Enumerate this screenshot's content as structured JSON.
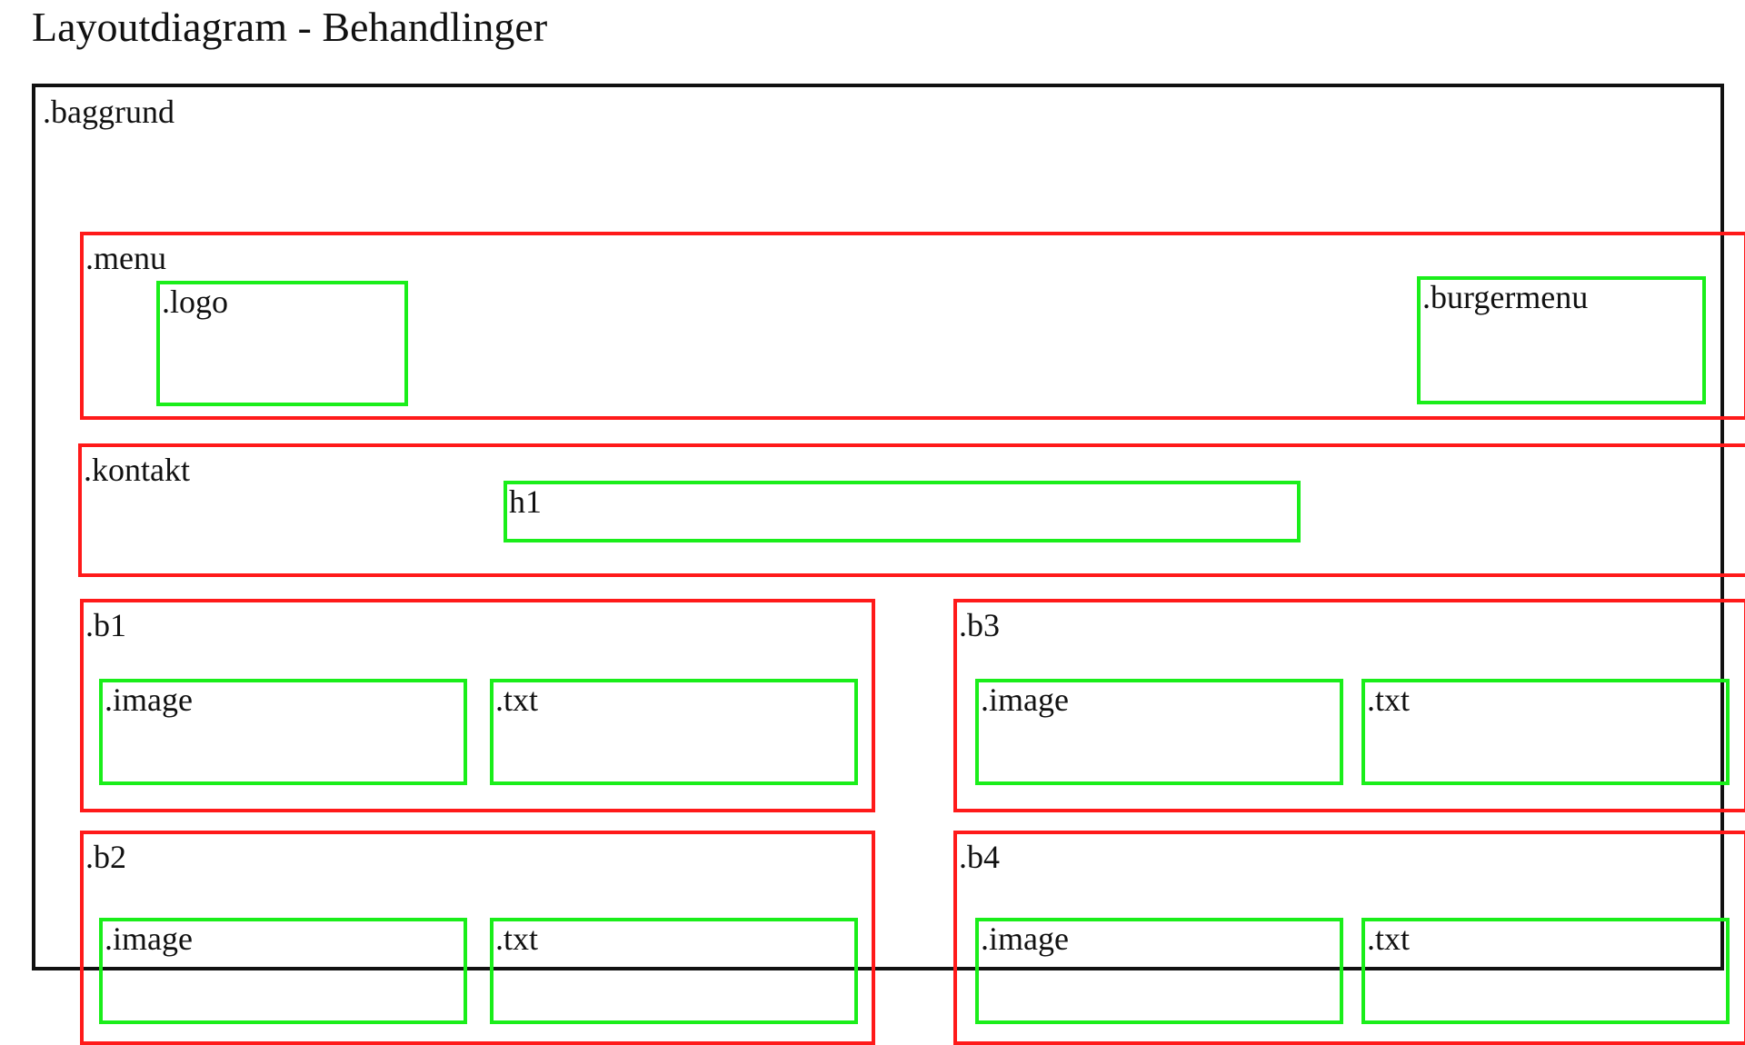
{
  "title": "Layoutdiagram - Behandlinger",
  "colors": {
    "outer_border": "#111111",
    "section_border": "#ff1a1a",
    "element_border": "#1aee1a"
  },
  "diagram": {
    "baggrund": ".baggrund",
    "menu": {
      "label": ".menu",
      "logo": ".logo",
      "burgermenu": ".burgermenu"
    },
    "kontakt": {
      "label": ".kontakt",
      "h1": "h1"
    },
    "blocks": [
      {
        "label": ".b1",
        "image": ".image",
        "txt": ".txt"
      },
      {
        "label": ".b2",
        "image": ".image",
        "txt": ".txt"
      },
      {
        "label": ".b3",
        "image": ".image",
        "txt": ".txt"
      },
      {
        "label": ".b4",
        "image": ".image",
        "txt": ".txt"
      }
    ]
  }
}
